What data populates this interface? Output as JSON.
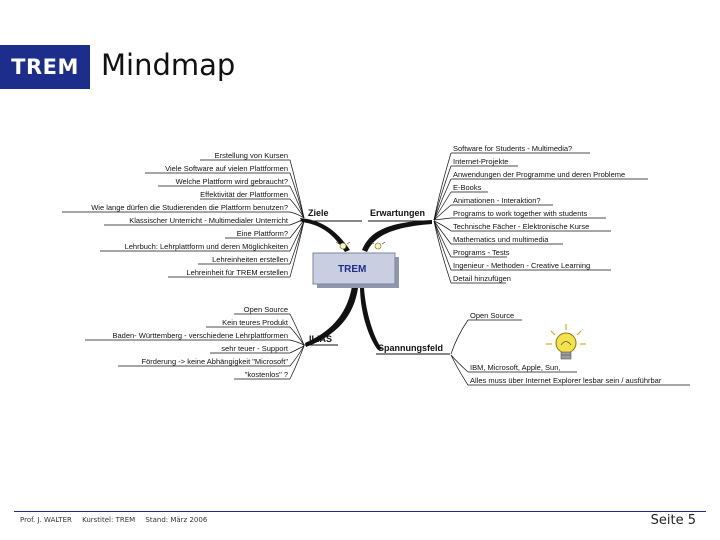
{
  "header": {
    "logo": "TREM",
    "title": "Mindmap"
  },
  "mindmap": {
    "center": "TREM",
    "branches": {
      "ziele": "Ziele",
      "erwartungen": "Erwartungen",
      "ilias": "ILIAS",
      "spannungsfeld": "Spannungsfeld"
    },
    "ziele_items": [
      "Erstellung von Kursen",
      "Viele Software auf vielen Plattformen",
      "Welche Plattform wird gebraucht?",
      "Effektivität der Plattformen",
      "Wie lange dürfen die Studierenden die Plattform benutzen?",
      "Klassischer Unterricht - Multimedialer Unterricht",
      "Eine Plattform?",
      "Lehrbuch: Lehrplattform und deren Möglichkeiten",
      "Lehreinheiten erstellen",
      "Lehreinheit für TREM erstellen"
    ],
    "erwartungen_items": [
      "Software for Students - Multimedia?",
      "Internet-Projekte",
      "Anwendungen der Programme und deren Probleme",
      "E-Books",
      "Animationen - Interaktion?",
      "Programs to work together with students",
      "Technische Fächer - Elektronische Kurse",
      "Mathematics und multimedia",
      "Programs - Tests",
      "Ingenieur - Methoden - Creative Learning",
      "Detail hinzufügen"
    ],
    "ilias_items": [
      "Open Source",
      "Kein teures Produkt",
      "Baden- Württemberg - verschiedene Lehrplattformen",
      "sehr teuer - Support",
      "Förderung -> keine Abhängigkeit \"Microsoft\"",
      "\"kostenlos\" ?"
    ],
    "spannungsfeld_items": [
      "Open Source",
      "IBM, Microsoft, Apple, Sun,",
      "Alles muss über Internet Explorer lesbar sein / ausführbar"
    ],
    "icons": {
      "idea": "lightbulb-icon"
    }
  },
  "footer": {
    "author": "Prof. J. WALTER",
    "course": "Kurstitel: TREM",
    "date": "Stand: März 2006",
    "page": "Seite 5"
  },
  "colors": {
    "brand": "#1c2d8c",
    "center_box": "#c9cfe0",
    "bulb": "#f3e24a"
  }
}
